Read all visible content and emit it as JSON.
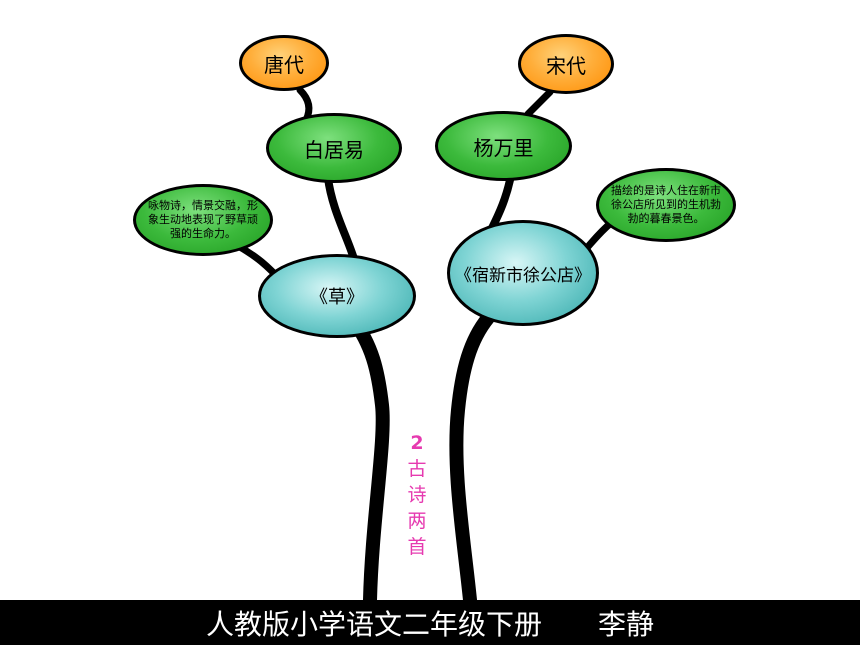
{
  "left": {
    "era": "唐代",
    "poet": "白居易",
    "poem": "《草》",
    "description": "咏物诗，情景交融，形象生动地表现了野草顽强的生命力。"
  },
  "right": {
    "era": "宋代",
    "poet": "杨万里",
    "poem": "《宿新市徐公店》",
    "description": "描绘的是诗人住在新市徐公店所见到的生机勃勃的暮春景色。"
  },
  "center": {
    "number": "2",
    "title_chars": [
      "古",
      "诗",
      "两",
      "首"
    ]
  },
  "footer": {
    "course": "人教版小学语文二年级下册",
    "author": "李静"
  },
  "colors": {
    "era_node": "#ffa500",
    "poet_node": "#32b432",
    "poem_node": "#55c8c8",
    "branch": "#000000",
    "title_text": "#e63ab0",
    "footer_bg": "#000000"
  }
}
